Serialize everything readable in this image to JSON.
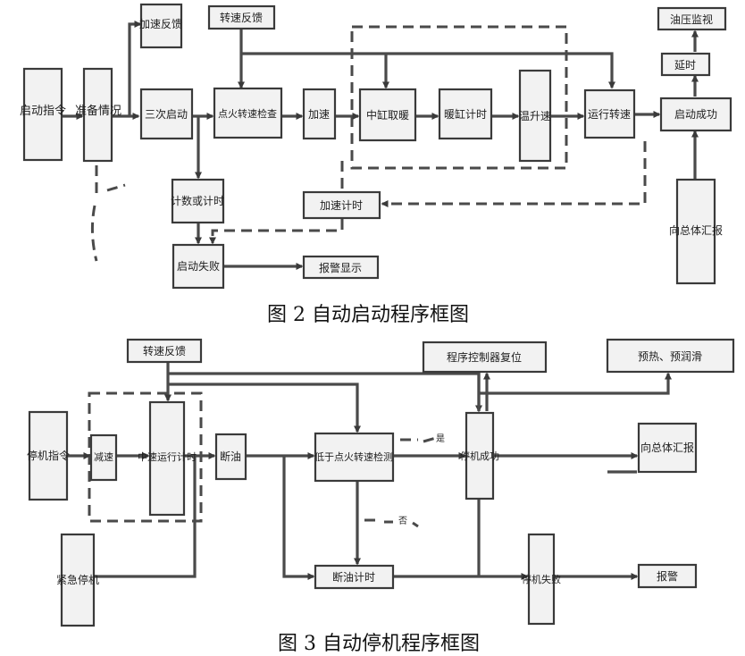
{
  "figure2": {
    "caption": "图 2  自动启动程序框图",
    "start_cmd": "启动指令",
    "prep": "准备情况",
    "accel_feedback": "加速反馈",
    "speed_feedback": "转速反馈",
    "third_start": "三次启动",
    "ignite_check": "点火转速检查",
    "accelerate": "加速",
    "middle_bypass": "中缸取暖",
    "warmup_timing": "暖缸计时",
    "boost": "温升速",
    "run_speed": "运行转速",
    "oil_pressure": "油压监视",
    "delay": "延时",
    "start_success": "启动成功",
    "report": "向总体汇报",
    "count_timing": "计数或计时",
    "accel_timing": "加速计时",
    "start_fail": "启动失败",
    "alarm": "报警显示"
  },
  "figure3": {
    "caption": "图 3  自动停机程序框图",
    "stop_cmd": "停机指令",
    "speed_feedback": "转速反馈",
    "decelerate": "减速",
    "idle_timing": "中速运行计时",
    "cut_oil": "断油",
    "low_speed_check": "低于点火转速检测",
    "emergency_stop": "紧急停机",
    "cut_oil_timing": "断油计时",
    "stop_success": "停机成功",
    "controller_reset": "程序控制器复位",
    "preheat": "预热、预润滑",
    "report": "向总体汇报",
    "stop_fail": "停机失败",
    "alarm": "报警",
    "yes_label_1": "是",
    "no_label": "否"
  }
}
